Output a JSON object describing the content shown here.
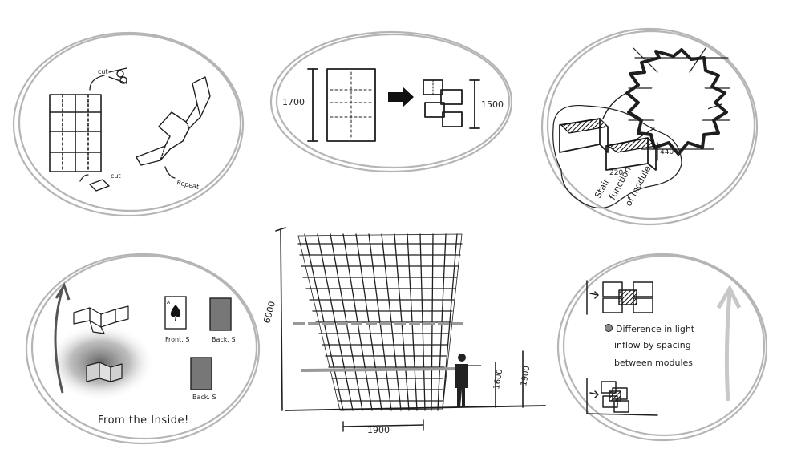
{
  "panels": {
    "cut_repeat": {
      "label_cut_top": "cut",
      "label_cut_bottom": "cut",
      "label_repeat": "Repeat"
    },
    "scale": {
      "dim_left": "1700",
      "dim_right": "1500"
    },
    "stair": {
      "dim_440": "440",
      "dim_220": "220",
      "caption_line1": "Stair",
      "caption_line2": "function",
      "caption_line3": "of module"
    },
    "inside": {
      "card_front": "Front. S",
      "card_back_1": "Back. S",
      "card_back_2": "Back. S",
      "caption": "From the Inside!"
    },
    "elevation": {
      "height": "6000",
      "width": "1900",
      "person_height": "1600",
      "dim_1900": "1900"
    },
    "light": {
      "line1": "Difference in light",
      "line2": "inflow by spacing",
      "line3": "between modules"
    }
  }
}
